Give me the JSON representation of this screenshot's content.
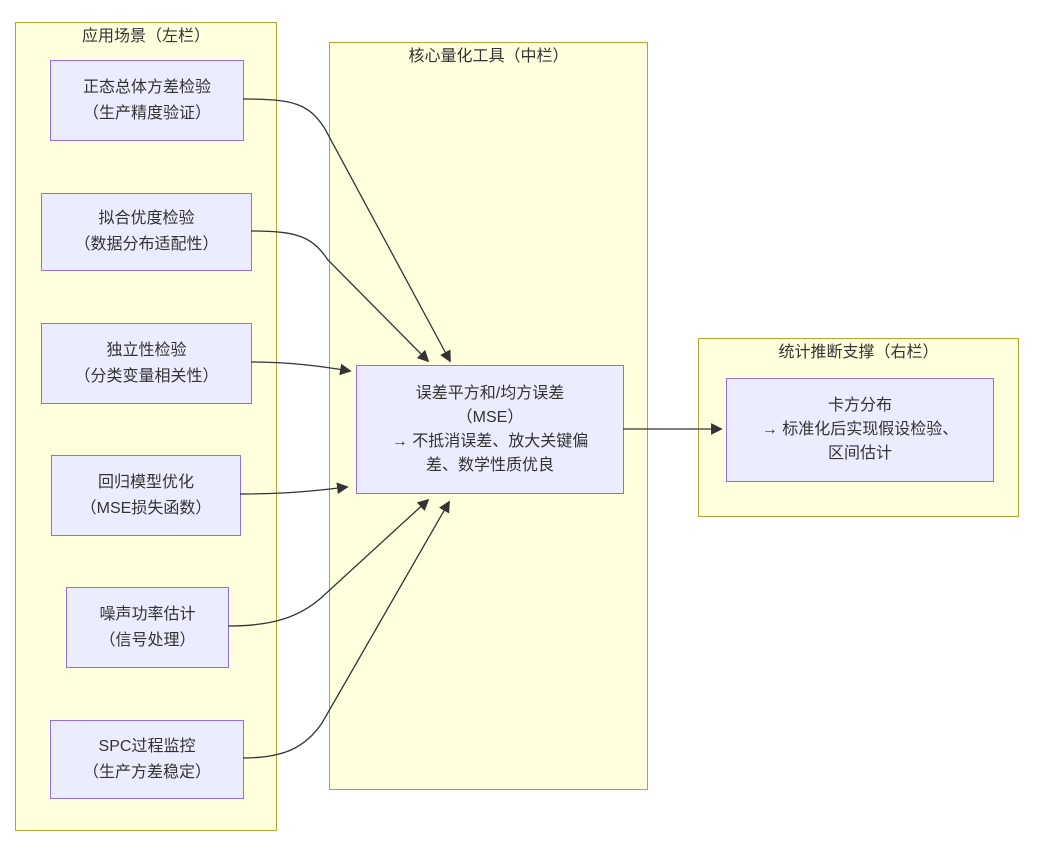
{
  "diagram": {
    "columns": {
      "left": {
        "title": "应用场景（左栏）",
        "nodes": [
          {
            "lines": [
              "正态总体方差检验",
              "（生产精度验证）"
            ]
          },
          {
            "lines": [
              "拟合优度检验",
              "（数据分布适配性）"
            ]
          },
          {
            "lines": [
              "独立性检验",
              "（分类变量相关性）"
            ]
          },
          {
            "lines": [
              "回归模型优化",
              "（MSE损失函数）"
            ]
          },
          {
            "lines": [
              "噪声功率估计",
              "（信号处理）"
            ]
          },
          {
            "lines": [
              "SPC过程监控",
              "（生产方差稳定）"
            ]
          }
        ]
      },
      "middle": {
        "title": "核心量化工具（中栏）",
        "node": {
          "lines": [
            "误差平方和/均方误差",
            "（MSE）",
            "→ 不抵消误差、放大关键偏",
            "差、数学性质优良"
          ]
        }
      },
      "right": {
        "title": "统计推断支撑（右栏）",
        "node": {
          "lines": [
            "卡方分布",
            "→ 标准化后实现假设检验、",
            "区间估计"
          ]
        }
      }
    },
    "colors": {
      "container_fill": "#ffffde",
      "container_border": "#aaaa33",
      "node_fill": "#ececff",
      "node_border": "#9370db",
      "edge_color": "#333333",
      "text_color": "#333333"
    }
  }
}
